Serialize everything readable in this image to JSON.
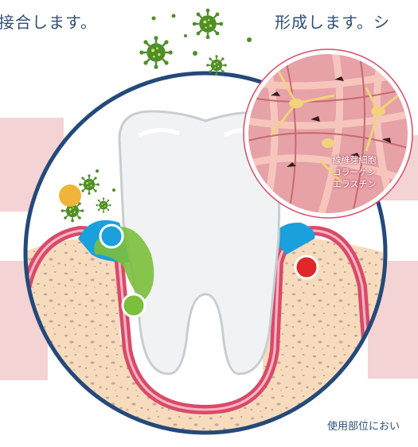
{
  "header": {
    "left_text": "接合します。",
    "right_text": "形成します。シ"
  },
  "inset": {
    "labels": [
      "線維芽細胞",
      "コラーゲン",
      "エラスチン"
    ]
  },
  "footer": {
    "note": "使用部位におい"
  },
  "colors": {
    "band": "#f4d3d4",
    "ring": "#24497a",
    "gum": "#d94a6a",
    "bone": "#f6dcbc",
    "blue_marker": "#1aa0dc",
    "green_marker": "#7bbf3c",
    "red_marker": "#e02828",
    "yellow_dot": "#f1b43a",
    "virus": "#4f8f2a"
  },
  "icons": [
    "virus-icon",
    "blue-marker",
    "green-marker",
    "red-marker",
    "yellow-dot"
  ]
}
